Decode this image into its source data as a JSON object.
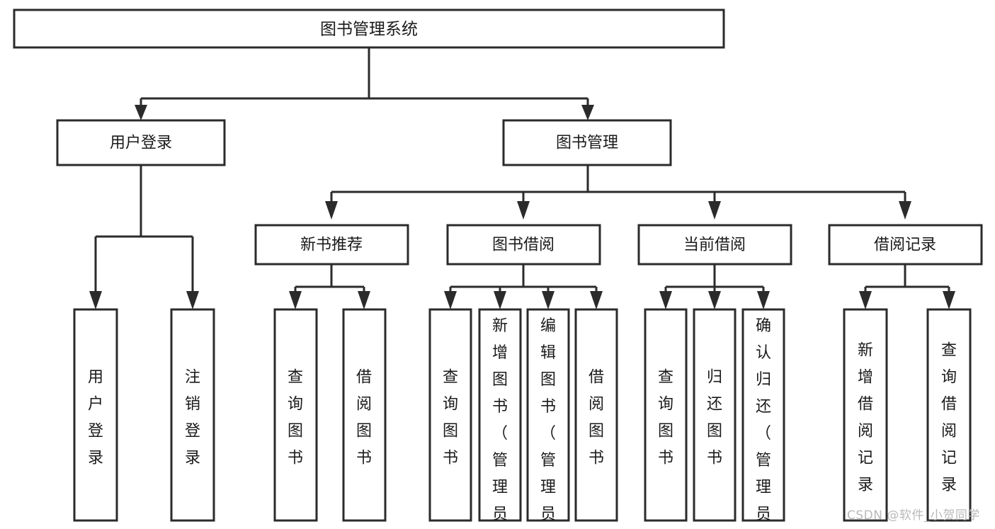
{
  "diagram": {
    "type": "tree-hierarchy-chart",
    "title": "图书管理系统",
    "root": {
      "id": "root",
      "label": "图书管理系统"
    },
    "level1": [
      {
        "id": "user-login",
        "label": "用户登录"
      },
      {
        "id": "book-management",
        "label": "图书管理"
      }
    ],
    "level2": [
      {
        "id": "new-book-recommend",
        "label": "新书推荐",
        "parent": "book-management"
      },
      {
        "id": "book-borrow",
        "label": "图书借阅",
        "parent": "book-management"
      },
      {
        "id": "current-borrow",
        "label": "当前借阅",
        "parent": "book-management"
      },
      {
        "id": "borrow-record",
        "label": "借阅记录",
        "parent": "book-management"
      }
    ],
    "leaves": [
      {
        "id": "leaf-user-login",
        "label": "用户登录",
        "parent": "user-login"
      },
      {
        "id": "leaf-user-logout",
        "label": "注销登录",
        "parent": "user-login"
      },
      {
        "id": "leaf-query-book-1",
        "label": "查询图书",
        "parent": "new-book-recommend"
      },
      {
        "id": "leaf-borrow-book-1",
        "label": "借阅图书",
        "parent": "new-book-recommend"
      },
      {
        "id": "leaf-query-book-2",
        "label": "查询图书",
        "parent": "book-borrow"
      },
      {
        "id": "leaf-add-book",
        "label": "新增图书（管理员）",
        "parent": "book-borrow"
      },
      {
        "id": "leaf-edit-book",
        "label": "编辑图书（管理员）",
        "parent": "book-borrow"
      },
      {
        "id": "leaf-borrow-book-2",
        "label": "借阅图书",
        "parent": "book-borrow"
      },
      {
        "id": "leaf-query-book-3",
        "label": "查询图书",
        "parent": "current-borrow"
      },
      {
        "id": "leaf-return-book",
        "label": "归还图书",
        "parent": "current-borrow"
      },
      {
        "id": "leaf-confirm-return",
        "label": "确认归还（管理员）",
        "parent": "current-borrow"
      },
      {
        "id": "leaf-add-record",
        "label": "新增借阅记录",
        "parent": "borrow-record"
      },
      {
        "id": "leaf-query-record",
        "label": "查询借阅记录",
        "parent": "borrow-record"
      }
    ],
    "colors": {
      "box_fill": "#ffffff",
      "box_stroke": "#2b2b2b",
      "line": "#2b2b2b",
      "text": "#1a1a1a",
      "watermark": "#b9b9b9",
      "background": "#ffffff"
    }
  },
  "watermark": {
    "text": "CSDN @软件_小贺同学"
  }
}
